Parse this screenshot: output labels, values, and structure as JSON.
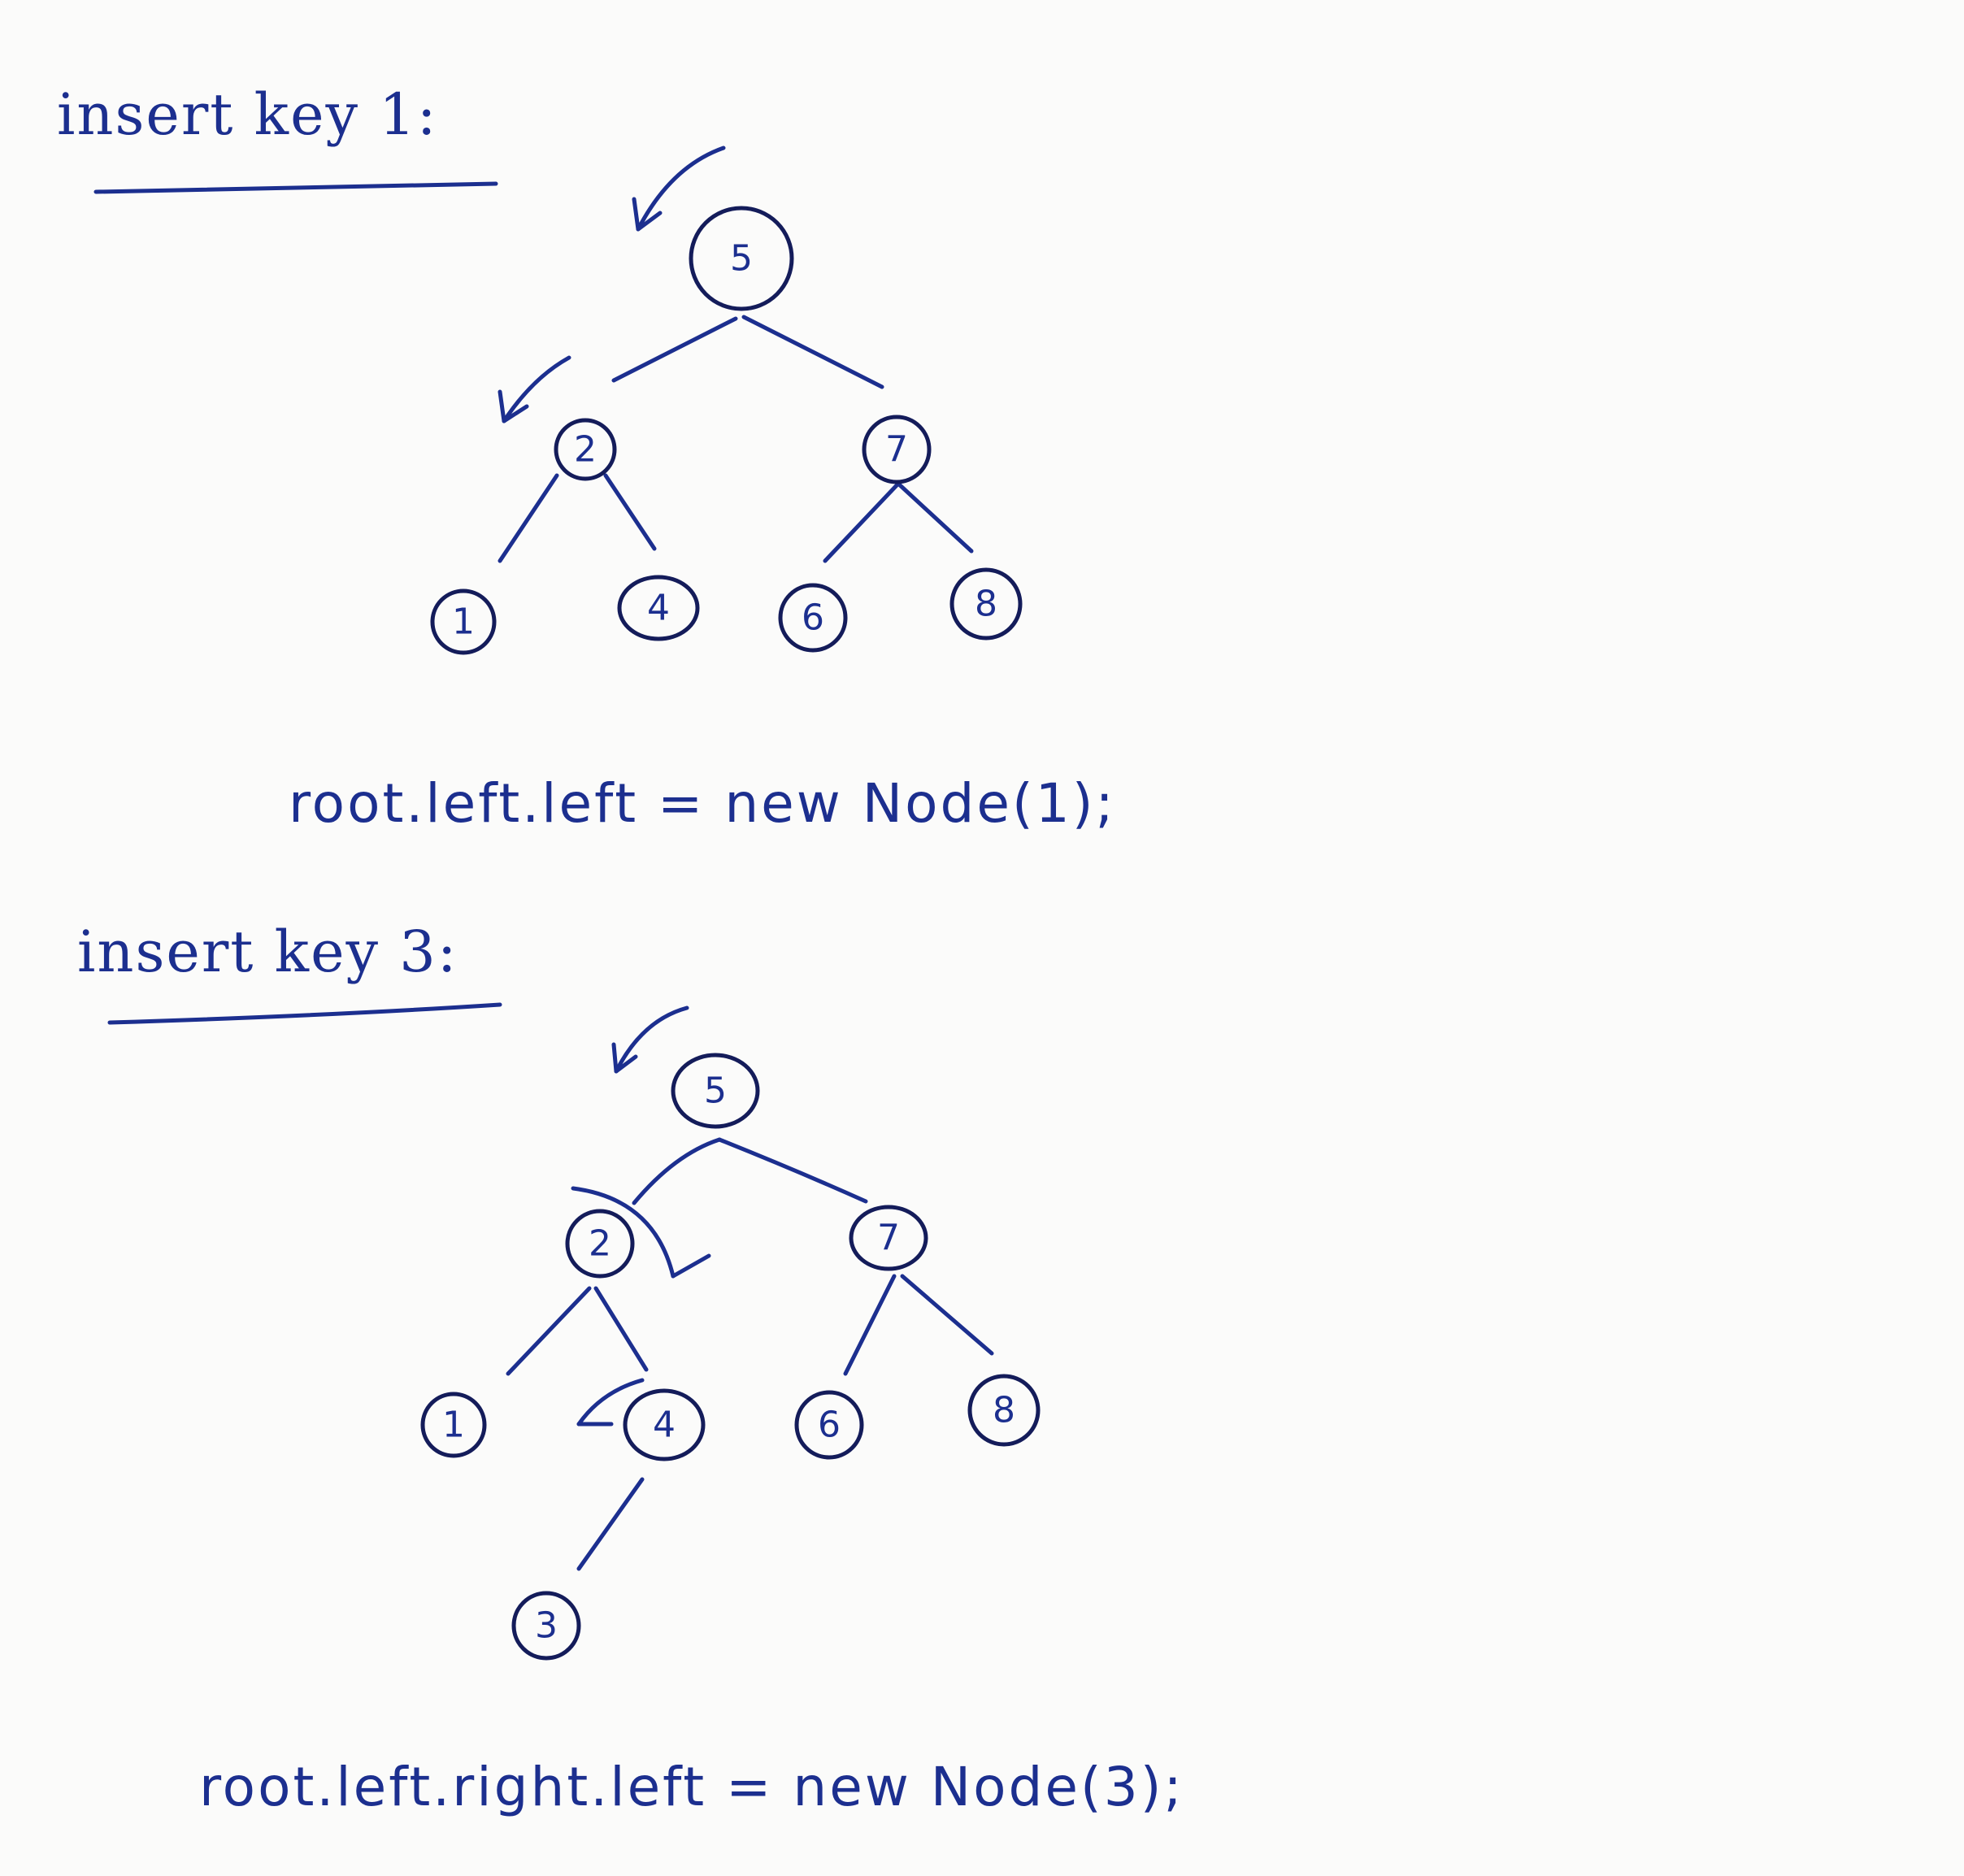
{
  "sections": [
    {
      "heading": "insert key 1:",
      "code": "root.left.left = new Node(1);",
      "nodes": [
        "5",
        "2",
        "7",
        "1",
        "4",
        "6",
        "8"
      ]
    },
    {
      "heading": "insert key 3:",
      "code": "root.left.right.left = new Node(3);",
      "nodes": [
        "5",
        "2",
        "7",
        "1",
        "4",
        "6",
        "8",
        "3"
      ]
    }
  ],
  "colors": {
    "ink": "#1c2f8f",
    "paper": "#fbfbfa"
  }
}
